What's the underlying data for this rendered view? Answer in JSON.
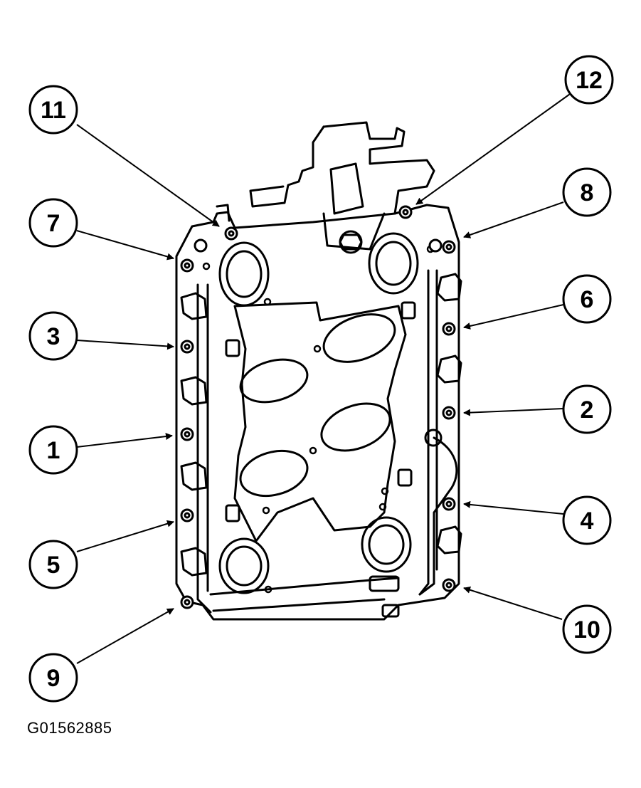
{
  "figure": {
    "id": "G01562885"
  },
  "callouts": [
    {
      "num": "1"
    },
    {
      "num": "2"
    },
    {
      "num": "3"
    },
    {
      "num": "4"
    },
    {
      "num": "5"
    },
    {
      "num": "6"
    },
    {
      "num": "7"
    },
    {
      "num": "8"
    },
    {
      "num": "9"
    },
    {
      "num": "10"
    },
    {
      "num": "11"
    },
    {
      "num": "12"
    }
  ]
}
